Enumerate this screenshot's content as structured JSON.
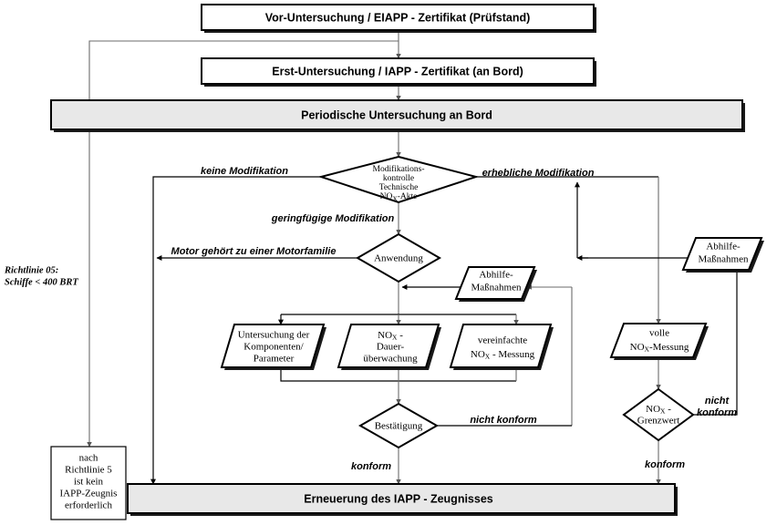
{
  "diagram": {
    "title_hidden": "",
    "nodes": {
      "pre_survey": {
        "label": "Vor-Untersuchung / EIAPP - Zertifikat (Prüfstand)"
      },
      "initial_survey": {
        "label": "Erst-Untersuchung / IAPP - Zertifikat (an Bord)"
      },
      "periodic_survey": {
        "label": "Periodische Untersuchung an Bord"
      },
      "modification_check": {
        "line1": "Modifikations-",
        "line2": "kontrolle",
        "line3": "Technische",
        "line4_a": "NO",
        "line4_sub": "X",
        "line4_b": "-Akte"
      },
      "application": {
        "label": "Anwendung"
      },
      "remedy_center": {
        "line1": "Abhilfe-",
        "line2": "Maßnahmen"
      },
      "remedy_right": {
        "line1": "Abhilfe-",
        "line2": "Maßnahmen"
      },
      "component_check": {
        "line1": "Untersuchung der",
        "line2": "Komponenten/",
        "line3": "Parameter"
      },
      "nox_monitoring": {
        "line1_a": "NO",
        "line1_sub": "X",
        "line1_b": " -",
        "line2": "Dauer-",
        "line3": "überwachung"
      },
      "simplified_measurement": {
        "line1": "vereinfachte",
        "line2_a": "NO",
        "line2_sub": "X",
        "line2_b": " - Messung"
      },
      "full_measurement": {
        "line1": "volle",
        "line2_a": "NO",
        "line2_sub": "X",
        "line2_b": "-Messung"
      },
      "confirmation": {
        "label": "Bestätigung"
      },
      "nox_limit": {
        "line1_a": "NO",
        "line1_sub": "X",
        "line1_b": " -",
        "line2": "Grenzwert"
      },
      "no_certificate_needed": {
        "line1": "nach",
        "line2": "Richtlinie 5",
        "line3": "ist kein",
        "line4": "IAPP-Zeugnis",
        "line5": "erforderlich"
      },
      "renewal": {
        "label": "Erneuerung des IAPP - Zeugnisses"
      }
    },
    "edge_labels": {
      "no_modification": "keine Modifikation",
      "significant_modification": "erhebliche Modifikation",
      "minor_modification": "geringfügige Modifikation",
      "engine_family": "Motor gehört zu einer Motorfamilie",
      "not_conform_center": "nicht konform",
      "conform_center": "konform",
      "not_conform_right_line1": "nicht",
      "not_conform_right_line2": "konform",
      "conform_right": "konform"
    },
    "annotations": {
      "guideline_line1": "Richtlinie 05:",
      "guideline_line2": "Schiffe < 400 BRT"
    },
    "colors": {
      "bar_fill": "#e8e8e8",
      "shape_fill": "#ffffff",
      "stroke": "#000000",
      "connector": "#6b6b6b",
      "background": "#ffffff"
    }
  }
}
